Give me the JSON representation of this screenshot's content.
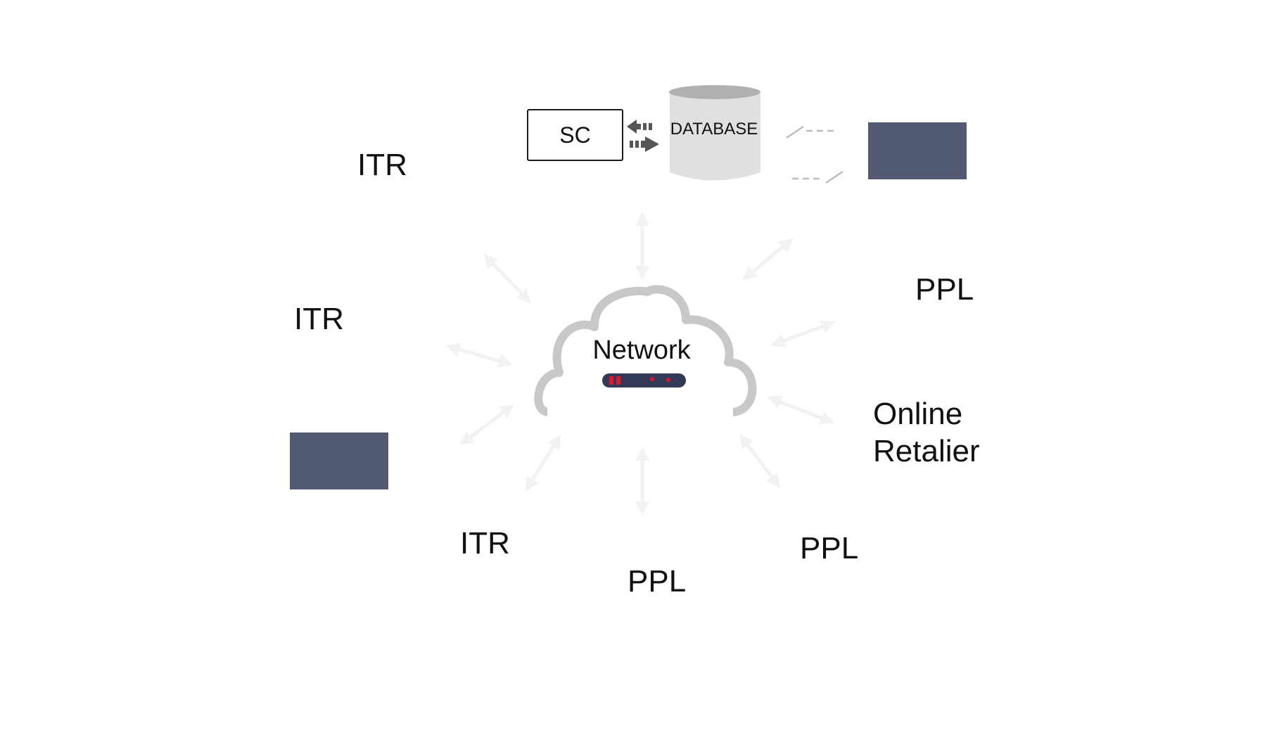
{
  "colors": {
    "node_fill": "#525a72",
    "cloud_stroke": "#c8c8c8",
    "database_fill": "#e0e0e0",
    "database_top": "#b0b0b0",
    "arrow_faint": "#f2f2f2",
    "arrow_dark": "#555555",
    "router_body": "#323a56",
    "router_led": "#e0162b"
  },
  "icons": {
    "cloud": "cloud-icon",
    "router": "router-icon",
    "database": "database-icon",
    "sync_arrows": "bidirectional-arrows-icon",
    "lightning": "lightning-link-icon"
  },
  "database": {
    "label": "DATABASE"
  },
  "sc": {
    "label": "SC"
  },
  "network": {
    "label": "Network"
  },
  "nodes": {
    "itr_top": "ITR",
    "itr_left": "ITR",
    "itr_bottom": "ITR",
    "ppl_right": "PPL",
    "ppl_bottom_right": "PPL",
    "ppl_bottom": "PPL",
    "online_retailer_line1": "Online",
    "online_retailer_line2": "Retalier"
  }
}
